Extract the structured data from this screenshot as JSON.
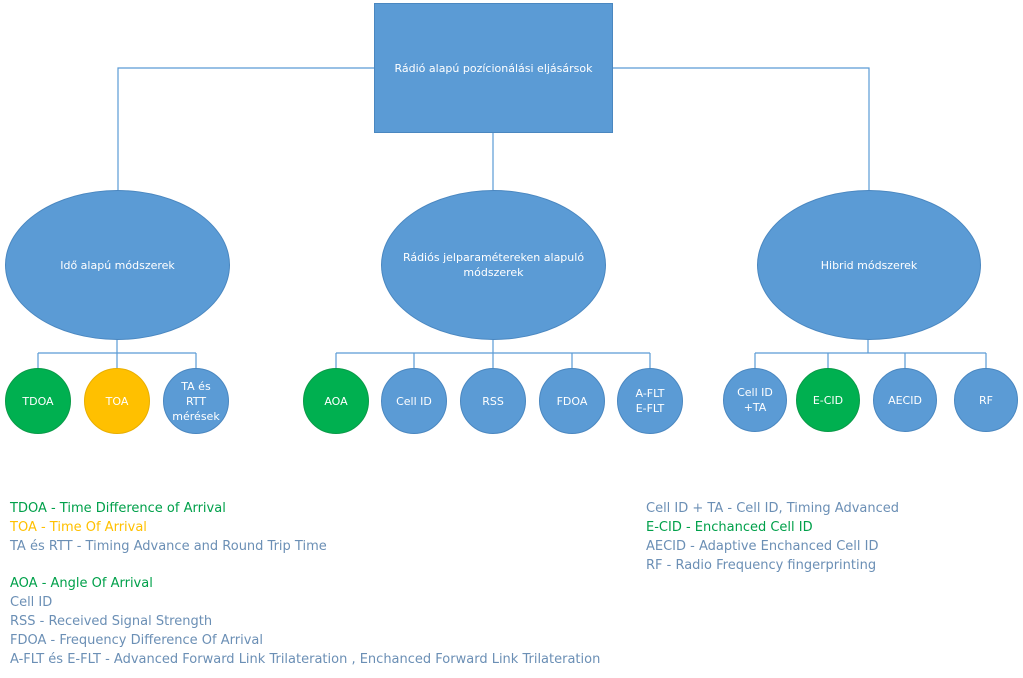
{
  "colors": {
    "blue": "#5b9bd5",
    "green": "#00b050",
    "yellow": "#ffc000",
    "line": "#5b9bd5",
    "legend_blue": "#6b8fb5"
  },
  "root": {
    "label": "Rádió alapú pozícionálási eljásársok"
  },
  "groups": [
    {
      "label": "Idő alapú módszerek",
      "children": [
        {
          "label": "TDOA",
          "color": "green"
        },
        {
          "label": "TOA",
          "color": "yellow"
        },
        {
          "label": "TA és\nRTT\nmérések",
          "color": "blue"
        }
      ]
    },
    {
      "label": "Rádiós jelparamétereken alapuló\nmódszerek",
      "children": [
        {
          "label": "AOA",
          "color": "green"
        },
        {
          "label": "Cell ID",
          "color": "blue"
        },
        {
          "label": "RSS",
          "color": "blue"
        },
        {
          "label": "FDOA",
          "color": "blue"
        },
        {
          "label": "A-FLT\nE-FLT",
          "color": "blue"
        }
      ]
    },
    {
      "label": "Hibrid módszerek",
      "children": [
        {
          "label": "Cell ID\n+TA",
          "color": "blue"
        },
        {
          "label": "E-CID",
          "color": "green"
        },
        {
          "label": "AECID",
          "color": "blue"
        },
        {
          "label": "RF",
          "color": "blue"
        }
      ]
    }
  ],
  "legend_left": [
    [
      {
        "text": "TDOA - Time Difference of Arrival",
        "color": "green"
      },
      {
        "text": "TOA - Time Of Arrival",
        "color": "yellow"
      },
      {
        "text": "TA és RTT - Timing Advance and Round Trip Time",
        "color": "blue"
      }
    ],
    [
      {
        "text": "AOA - Angle Of Arrival",
        "color": "green"
      },
      {
        "text": "Cell ID",
        "color": "blue"
      },
      {
        "text": "RSS - Received Signal Strength",
        "color": "blue"
      },
      {
        "text": "FDOA - Frequency Difference Of Arrival",
        "color": "blue"
      },
      {
        "text": "A-FLT és E-FLT - Advanced Forward Link Trilateration , Enchanced Forward Link Trilateration",
        "color": "blue"
      }
    ]
  ],
  "legend_right": [
    {
      "text": "Cell ID + TA - Cell ID, Timing Advanced",
      "color": "blue"
    },
    {
      "text": "E-CID - Enchanced Cell ID",
      "color": "green"
    },
    {
      "text": "AECID - Adaptive Enchanced Cell ID",
      "color": "blue"
    },
    {
      "text": "RF - Radio Frequency fingerprinting",
      "color": "blue"
    }
  ]
}
